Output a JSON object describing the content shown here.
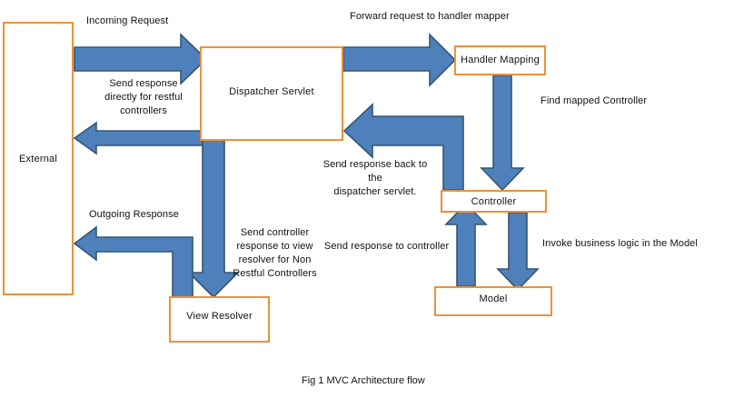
{
  "figure": {
    "caption": "Fig 1 MVC Architecture flow",
    "colors": {
      "node_border": "#ED9137",
      "node_fill": "#FFFFFF",
      "arrow_fill": "#4E81BC",
      "arrow_stroke": "#34566F",
      "text": "#111111"
    }
  },
  "nodes": [
    {
      "id": "external",
      "label": "External"
    },
    {
      "id": "dispatcher",
      "label": "Dispatcher Servlet"
    },
    {
      "id": "handler_mapping",
      "label": "Handler Mapping"
    },
    {
      "id": "controller",
      "label": "Controller"
    },
    {
      "id": "model",
      "label": "Model"
    },
    {
      "id": "view_resolver",
      "label": "View Resolver"
    }
  ],
  "edge_labels": {
    "incoming_request": "Incoming Request",
    "forward_to_handler_mapper": "Forward request to handler mapper",
    "restful_response": "Send response\ndirectly for restful\ncontrollers",
    "restful_response_lines": [
      "Send response",
      "directly for restful",
      "controllers"
    ],
    "find_mapped_controller": "Find mapped Controller",
    "response_back_to_dispatcher_lines": [
      "Send response back to the",
      "dispatcher servlet."
    ],
    "outgoing_response": "Outgoing Response",
    "send_controller_response_lines": [
      "Send controller",
      "response to view",
      "resolver for Non",
      "Restful Controllers"
    ],
    "send_response_to_controller": "Send response to controller",
    "invoke_business_logic": "Invoke business logic in the Model"
  },
  "edges": [
    {
      "id": "e1",
      "from": "external",
      "to": "dispatcher",
      "label_key": "incoming_request"
    },
    {
      "id": "e2",
      "from": "dispatcher",
      "to": "handler_mapping",
      "label_key": "forward_to_handler_mapper"
    },
    {
      "id": "e3",
      "from": "dispatcher",
      "to": "external",
      "label_key": "restful_response"
    },
    {
      "id": "e4",
      "from": "handler_mapping",
      "to": "controller",
      "label_key": "find_mapped_controller"
    },
    {
      "id": "e5",
      "from": "controller",
      "to": "dispatcher",
      "label_key": "response_back_to_dispatcher"
    },
    {
      "id": "e6",
      "from": "controller",
      "to": "model",
      "label_key": "invoke_business_logic"
    },
    {
      "id": "e7",
      "from": "model",
      "to": "controller",
      "label_key": "send_response_to_controller"
    },
    {
      "id": "e8",
      "from": "dispatcher",
      "to": "view_resolver",
      "label_key": "send_controller_response"
    },
    {
      "id": "e9",
      "from": "view_resolver",
      "to": "external",
      "label_key": "outgoing_response"
    }
  ]
}
